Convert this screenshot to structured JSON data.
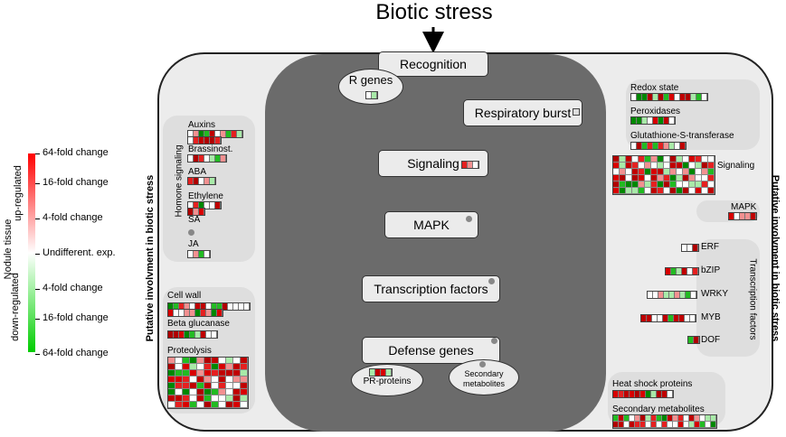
{
  "title": "Biotic stress",
  "legend": {
    "labels": [
      "64-fold change",
      "16-fold change",
      "4-fold change",
      "Undifferent. exp.",
      "4-fold change",
      "16-fold change",
      "64-fold change"
    ],
    "up": "up-regulated",
    "down": "down-regulated",
    "axis": "Nodule tissue"
  },
  "side_label": "Putative involvment in biotic stress",
  "center": {
    "recognition": "Recognition",
    "r_genes": "R genes",
    "respiratory_burst": "Respiratory burst",
    "signaling": "Signaling",
    "mapk": "MAPK",
    "transcription_factors": "Transcription factors",
    "defense_genes": "Defense genes",
    "pr_proteins": "PR-proteins",
    "secondary_metabolites": "Secondary metabolites"
  },
  "left": {
    "hormone_signaling": "Homone signaling",
    "auxins": "Auxins",
    "brassinost": "Brassinost.",
    "aba": "ABA",
    "ethylene": "Ethylene",
    "sa": "SA",
    "ja": "JA",
    "cell_wall": "Cell wall",
    "beta_glucanase": "Beta glucanase",
    "proteolysis": "Proteolysis"
  },
  "right": {
    "redox_state": "Redox state",
    "peroxidases": "Peroxidases",
    "gst": "Glutathione-S-transferase",
    "signaling": "Signaling",
    "mapk": "MAPK",
    "tf_title": "Transcription factors",
    "erf": "ERF",
    "bzip": "bZIP",
    "wrky": "WRKY",
    "myb": "MYB",
    "dof": "DOF",
    "heat_shock": "Heat shock proteins",
    "secondary_metabolites": "Secondary metabolites"
  },
  "colors": {
    "strong_up": "#c00000",
    "up": "#e83030",
    "light_up": "#f7b0b0",
    "none": "#ffffff",
    "light_down": "#b8efb8",
    "down": "#33cc33",
    "strong_down": "#009900"
  }
}
